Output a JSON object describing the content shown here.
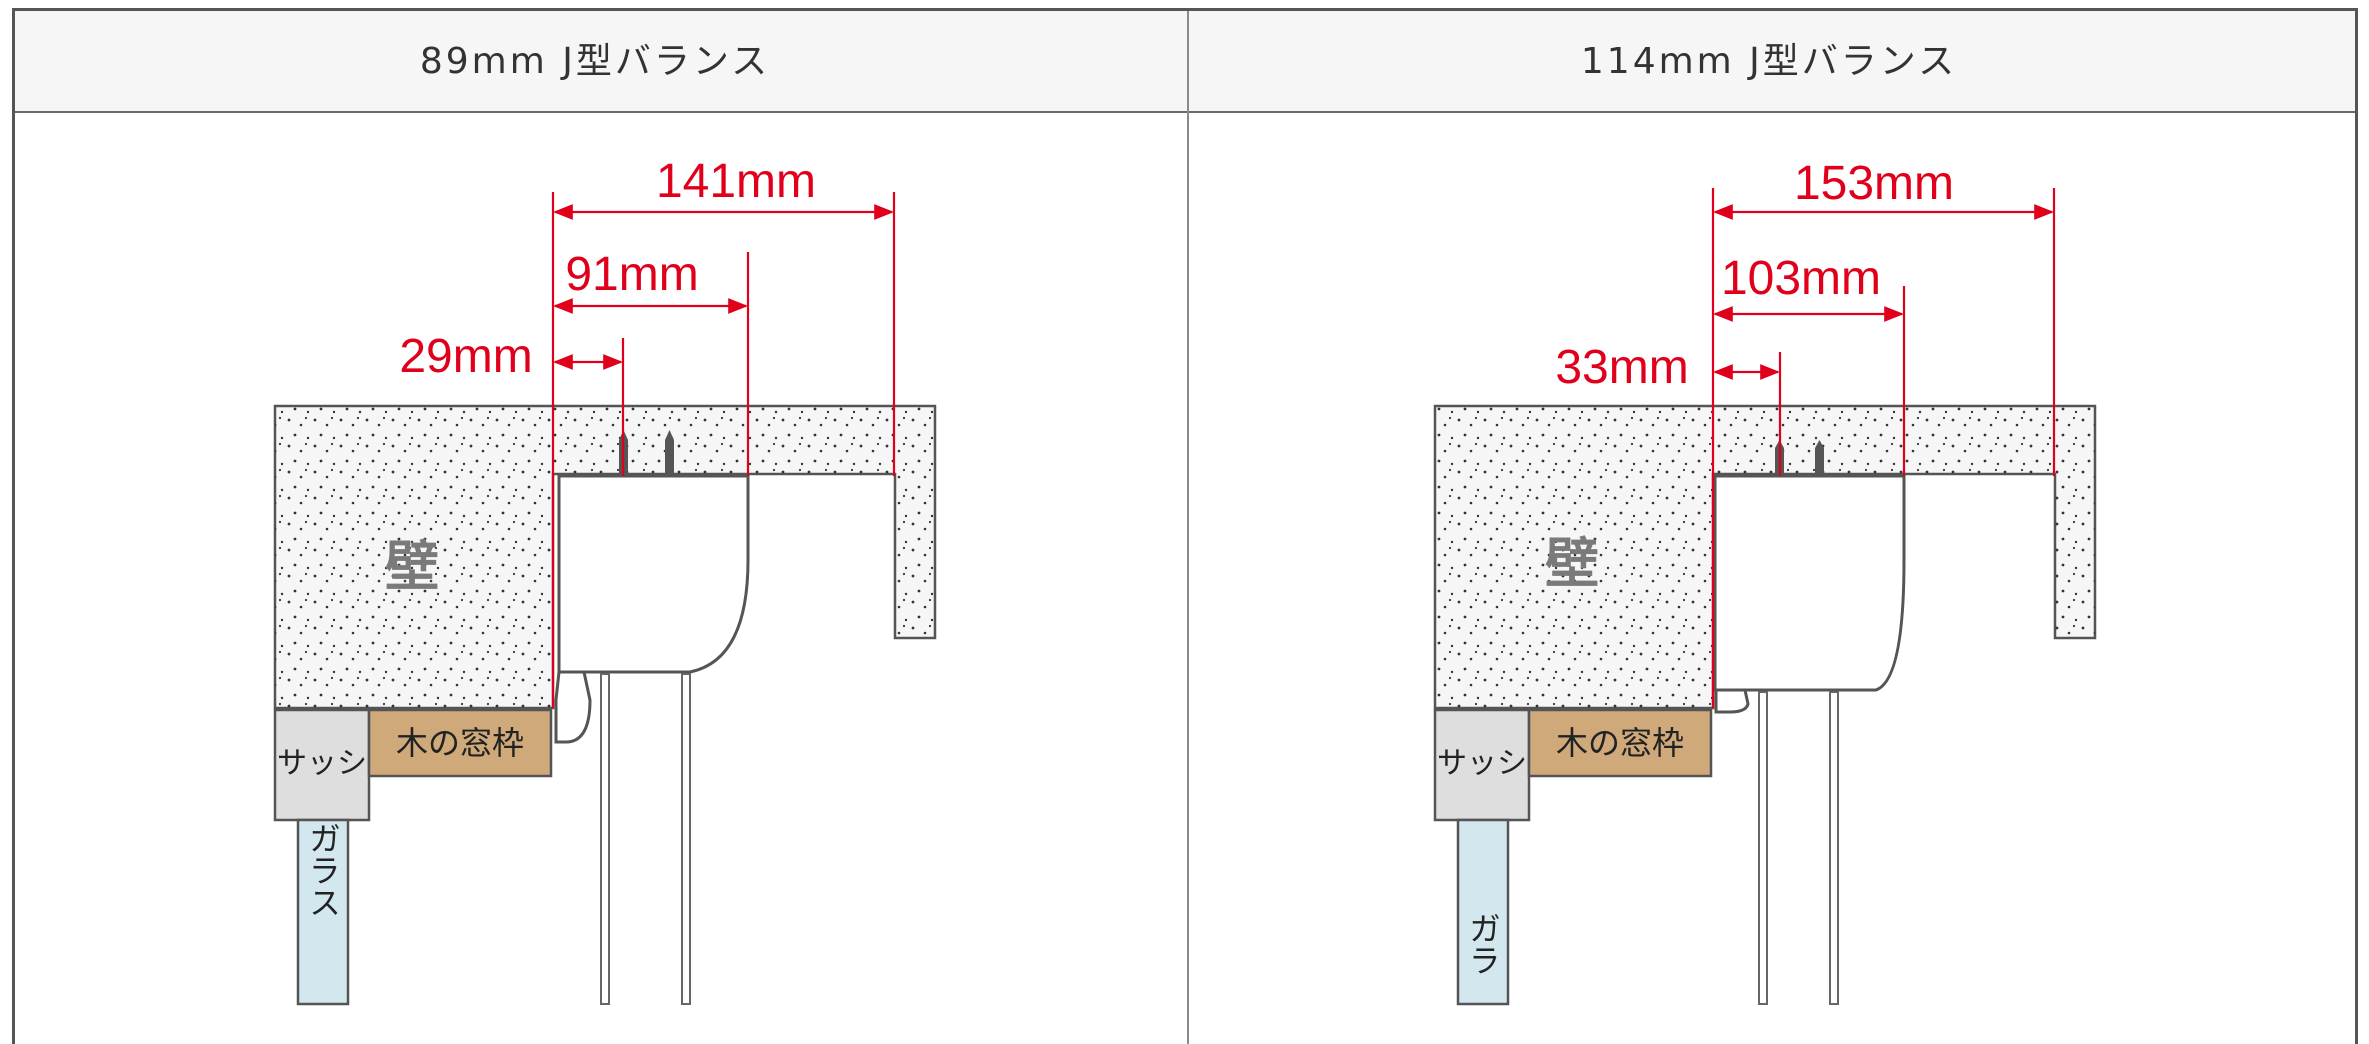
{
  "columns": [
    {
      "title": "89mm J型バランス",
      "dimensions": {
        "outer": "141mm",
        "middle": "91mm",
        "inner": "29mm"
      },
      "labels": {
        "wall": "壁",
        "sash": "サッシ",
        "frame": "木の窓枠",
        "glass": "ガラス"
      }
    },
    {
      "title": "114mm J型バランス",
      "dimensions": {
        "outer": "153mm",
        "middle": "103mm",
        "inner": "33mm"
      },
      "labels": {
        "wall": "壁",
        "sash": "サッシ",
        "frame": "木の窓枠",
        "glass": "ガラ"
      }
    }
  ],
  "colors": {
    "dimension": "#e0001b",
    "frame_wood": "#cfa97a",
    "glass": "#d3e8ee",
    "sash": "#dadada",
    "wall": "#f4f4f4"
  }
}
